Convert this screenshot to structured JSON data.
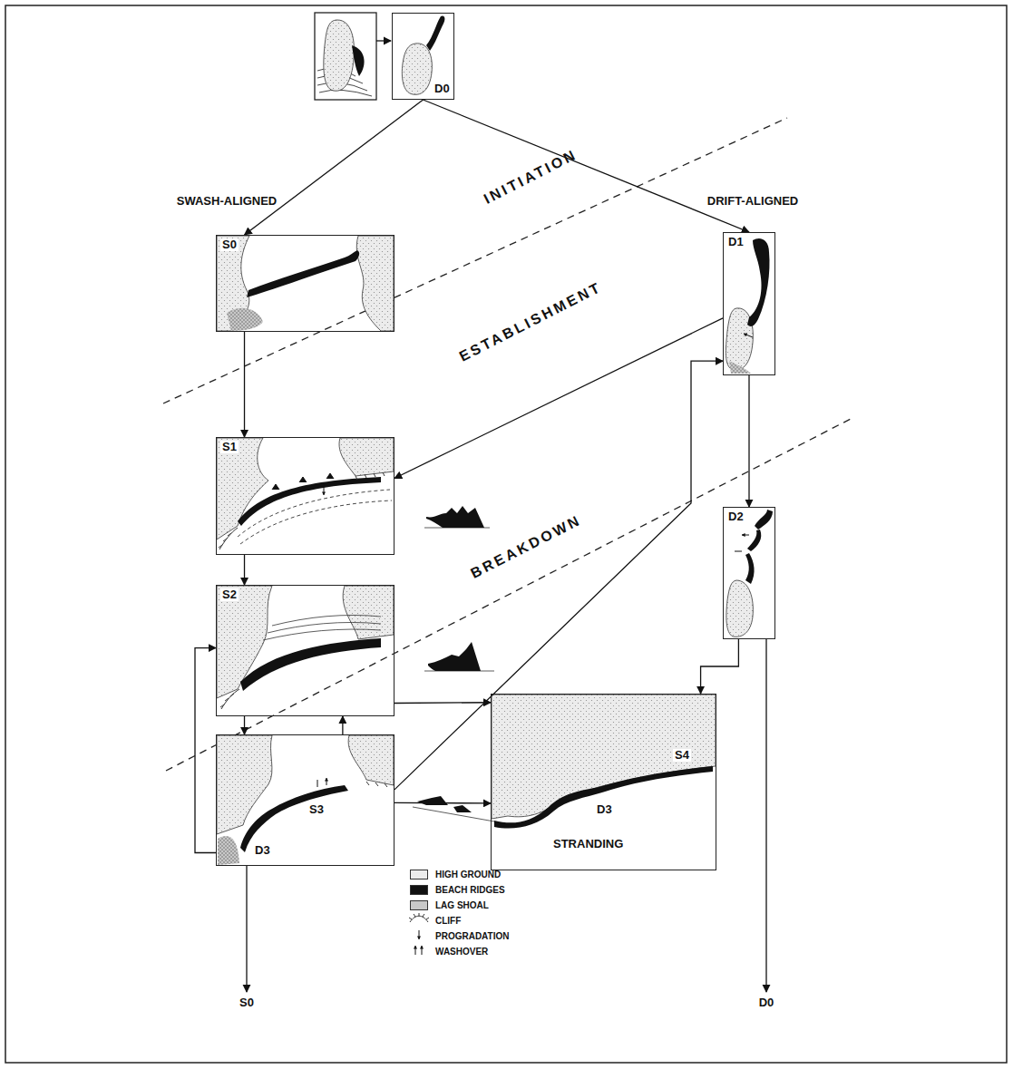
{
  "diagram": {
    "nodes": [
      {
        "text": [
          "D0"
        ]
      },
      {
        "text": [
          "S0"
        ]
      },
      {
        "text": [
          "D1"
        ]
      },
      {
        "text": [
          "S1"
        ]
      },
      {
        "text": [
          "D2"
        ]
      },
      {
        "text": [
          "S2"
        ]
      },
      {
        "text": [
          "S3",
          "D3"
        ]
      },
      {
        "text": [
          "S4",
          "D3",
          "STRANDING"
        ]
      }
    ],
    "edges": [
      {
        "from": 0,
        "to": 1,
        "arrow": "to"
      },
      {
        "from": 0,
        "to": 2,
        "arrow": "to"
      },
      {
        "from": 1,
        "to": 3,
        "arrow": "to"
      },
      {
        "from": 2,
        "to": 3,
        "arrow": "to"
      },
      {
        "from": 2,
        "to": 4,
        "arrow": "to"
      },
      {
        "from": 3,
        "to": 5,
        "arrow": "to"
      },
      {
        "from": 5,
        "to": 6,
        "arrow": "to"
      },
      {
        "from": 6,
        "to": 5,
        "arrow": "to"
      },
      {
        "from": 6,
        "to": 5,
        "arrow": "to"
      },
      {
        "from": 5,
        "to": 7,
        "arrow": "to"
      },
      {
        "from": 6,
        "to": 2,
        "arrow": "to"
      },
      {
        "from": 6,
        "to": 7,
        "arrow": "to"
      },
      {
        "from": 4,
        "to": 7,
        "arrow": "to"
      }
    ],
    "labels": [
      "SWASH-ALIGNED",
      "DRIFT-ALIGNED",
      "INITIATION",
      "ESTABLISHMENT",
      "BREAKDOWN",
      "S0",
      "D0"
    ],
    "legend": [
      {
        "text": "HIGH GROUND",
        "color": "#ececec"
      },
      {
        "text": "BEACH RIDGES",
        "color": "#111111"
      },
      {
        "text": "LAG SHOAL",
        "color": "#c8c8c8"
      },
      {
        "text": "CLIFF"
      },
      {
        "text": "PROGRADATION"
      },
      {
        "text": "WASHOVER"
      }
    ]
  }
}
